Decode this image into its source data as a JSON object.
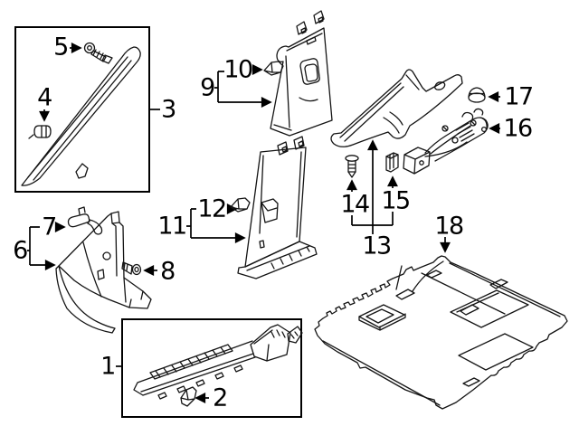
{
  "diagram": {
    "type": "exploded-parts-diagram",
    "background_color": "#ffffff",
    "line_color": "#000000",
    "callouts": {
      "n1": "1",
      "n2": "2",
      "n3": "3",
      "n4": "4",
      "n5": "5",
      "n6": "6",
      "n7": "7",
      "n8": "8",
      "n9": "9",
      "n10": "10",
      "n11": "11",
      "n12": "12",
      "n13": "13",
      "n14": "14",
      "n15": "15",
      "n16": "16",
      "n17": "17",
      "n18": "18"
    }
  }
}
